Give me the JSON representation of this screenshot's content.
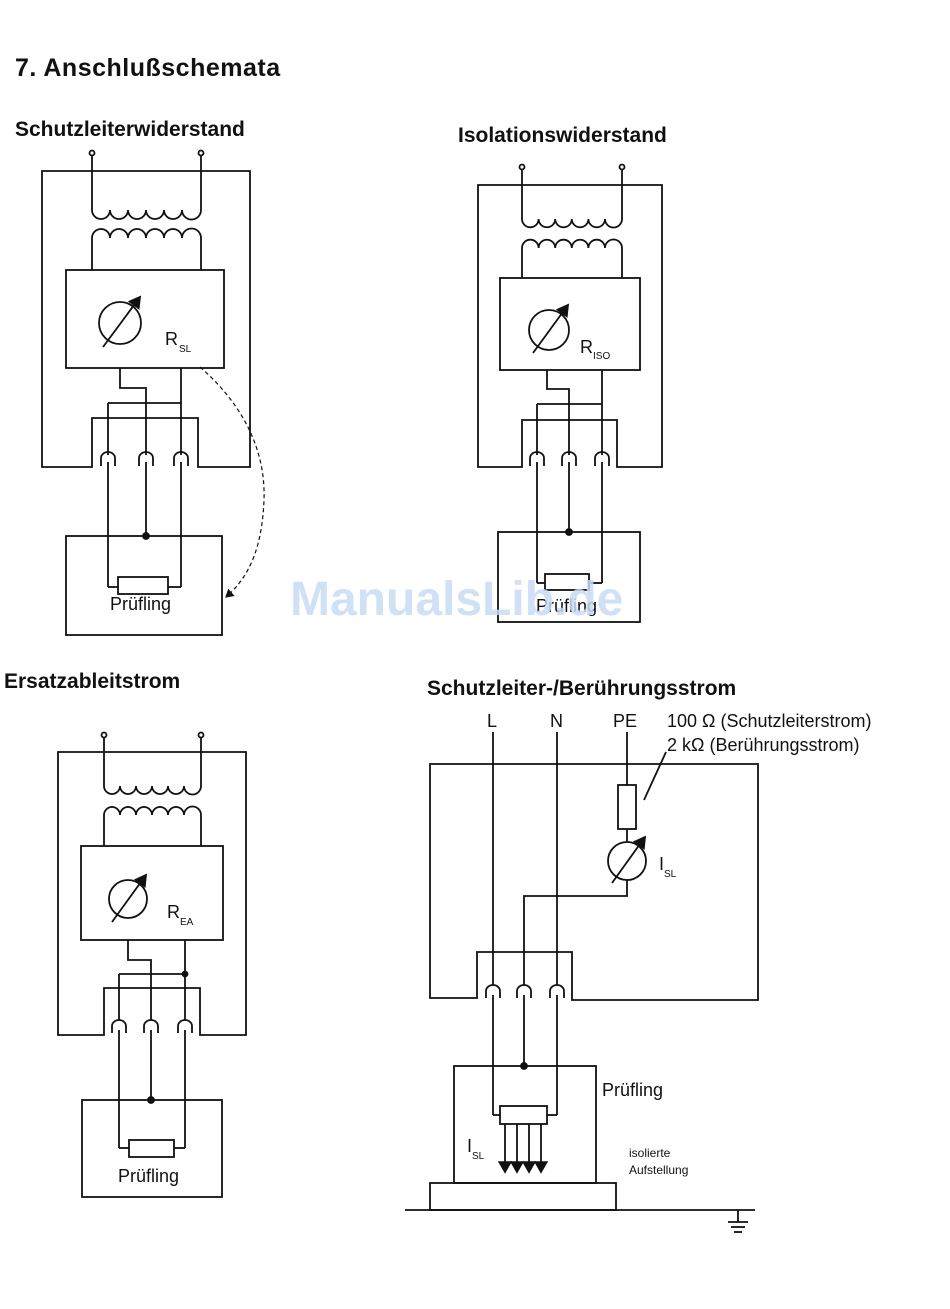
{
  "page": {
    "section_title": "7.   Anschlußschemata",
    "watermark": "ManualsLib.de"
  },
  "diagrams": {
    "sl": {
      "title": "Schutzleiterwiderstand",
      "r_main": "R",
      "r_sub": "SL",
      "dut": "Prüfling"
    },
    "iso": {
      "title": "Isolationswiderstand",
      "r_main": "R",
      "r_sub": "ISO",
      "dut": "Prüfling"
    },
    "ea": {
      "title": "Ersatzableitstrom",
      "r_main": "R",
      "r_sub": "EA",
      "dut": "Prüfling"
    },
    "br": {
      "title": "Schutzleiter-/Berührungsstrom",
      "l": "L",
      "n": "N",
      "pe": "PE",
      "res1": "100 Ω (Schutzleiterstrom)",
      "res2": "2 kΩ   (Berührungsstrom)",
      "i_main": "I",
      "i_sub": "SL",
      "dut": "Prüfling",
      "iso1": "isolierte",
      "iso2": "Aufstellung"
    }
  }
}
